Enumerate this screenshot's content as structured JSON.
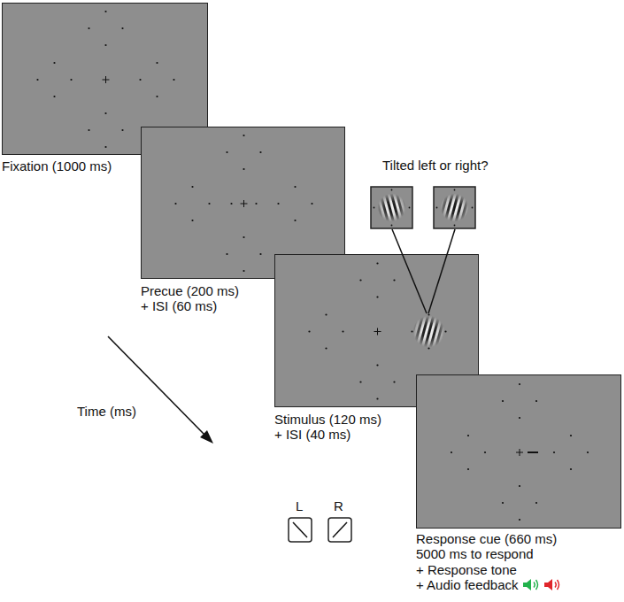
{
  "diagram": {
    "nodes": [
      {
        "text": [
          "Fixation (1000 ms)"
        ]
      },
      {
        "text": [
          "Precue (200 ms) + ISI (60 ms)"
        ]
      },
      {
        "text": [
          "Stimulus (120 ms) + ISI (40 ms)"
        ]
      },
      {
        "text": [
          "Response cue (660 ms) 5000 ms to respond + Response tone + Audio feedback"
        ]
      }
    ],
    "labels": [
      "Tilted left or right?",
      "Time (ms)",
      "L",
      "R"
    ]
  }
}
